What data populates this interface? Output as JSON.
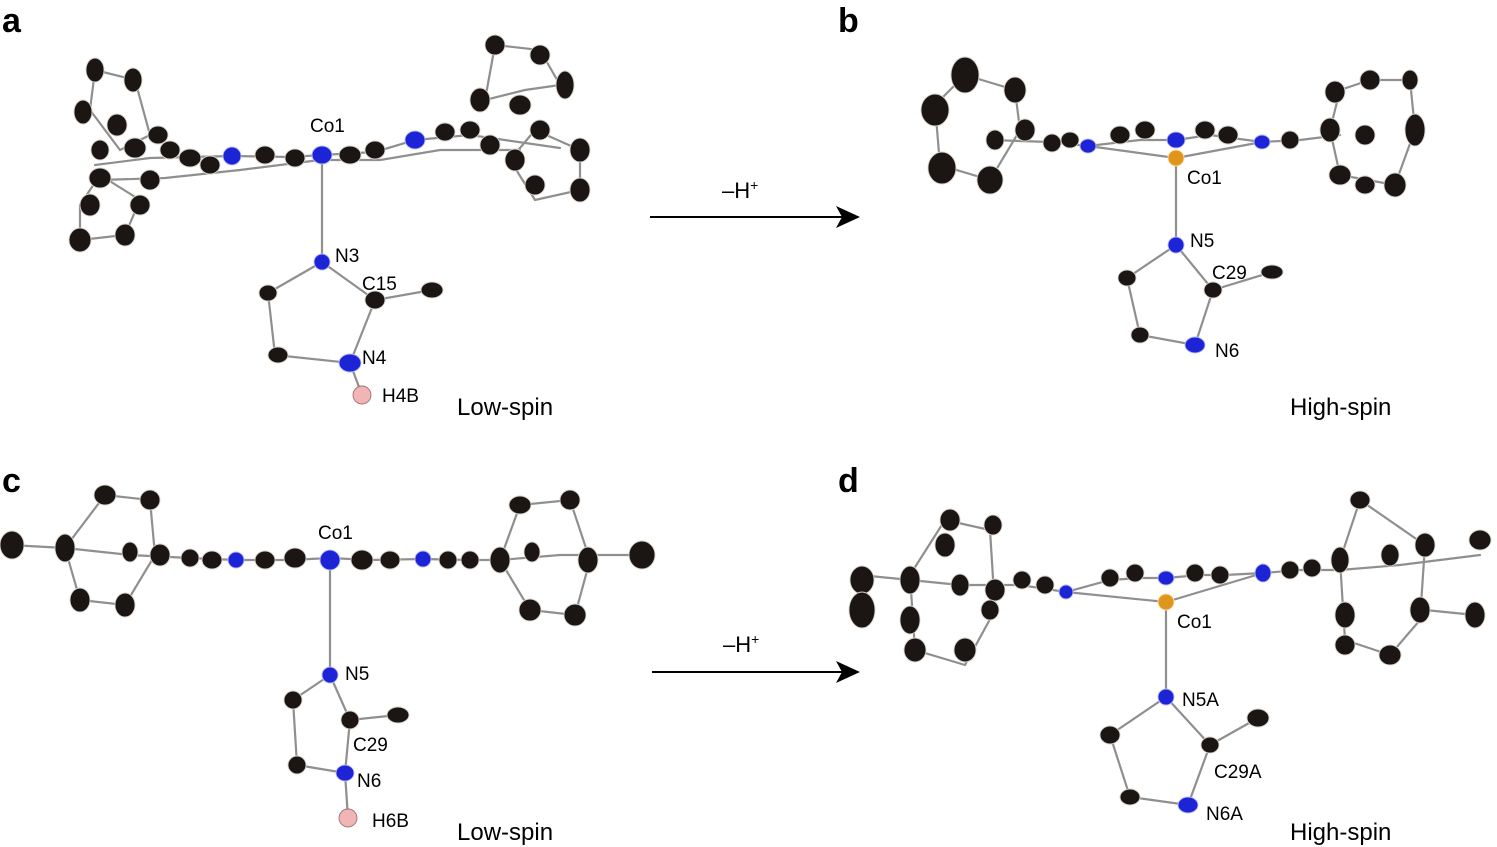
{
  "panels": [
    {
      "letter": "a",
      "spin": "Low-spin",
      "labels": {
        "metal": "Co1",
        "n_ax": "N3",
        "c_ring": "C15",
        "n_ring": "N4",
        "h": "H4B"
      }
    },
    {
      "letter": "b",
      "spin": "High-spin",
      "labels": {
        "metal": "Co1",
        "n_ax": "N5",
        "c_ring": "C29",
        "n_ring": "N6"
      }
    },
    {
      "letter": "c",
      "spin": "Low-spin",
      "labels": {
        "metal": "Co1",
        "n_ax": "N5",
        "c_ring": "C29",
        "n_ring": "N6",
        "h": "H6B"
      }
    },
    {
      "letter": "d",
      "spin": "High-spin",
      "labels": {
        "metal": "Co1",
        "n_ax": "N5A",
        "c_ring": "C29A",
        "n_ring": "N6A"
      }
    }
  ],
  "arrows": [
    {
      "label": "–H",
      "sup": "+"
    },
    {
      "label": "–H",
      "sup": "+"
    }
  ],
  "colors": {
    "carbon": "#1b1613",
    "nitrogen": "#1d24d6",
    "cobalt": "#e0961c",
    "hydrogen": "#f1b5b5",
    "bond": "#8f8f8f"
  }
}
